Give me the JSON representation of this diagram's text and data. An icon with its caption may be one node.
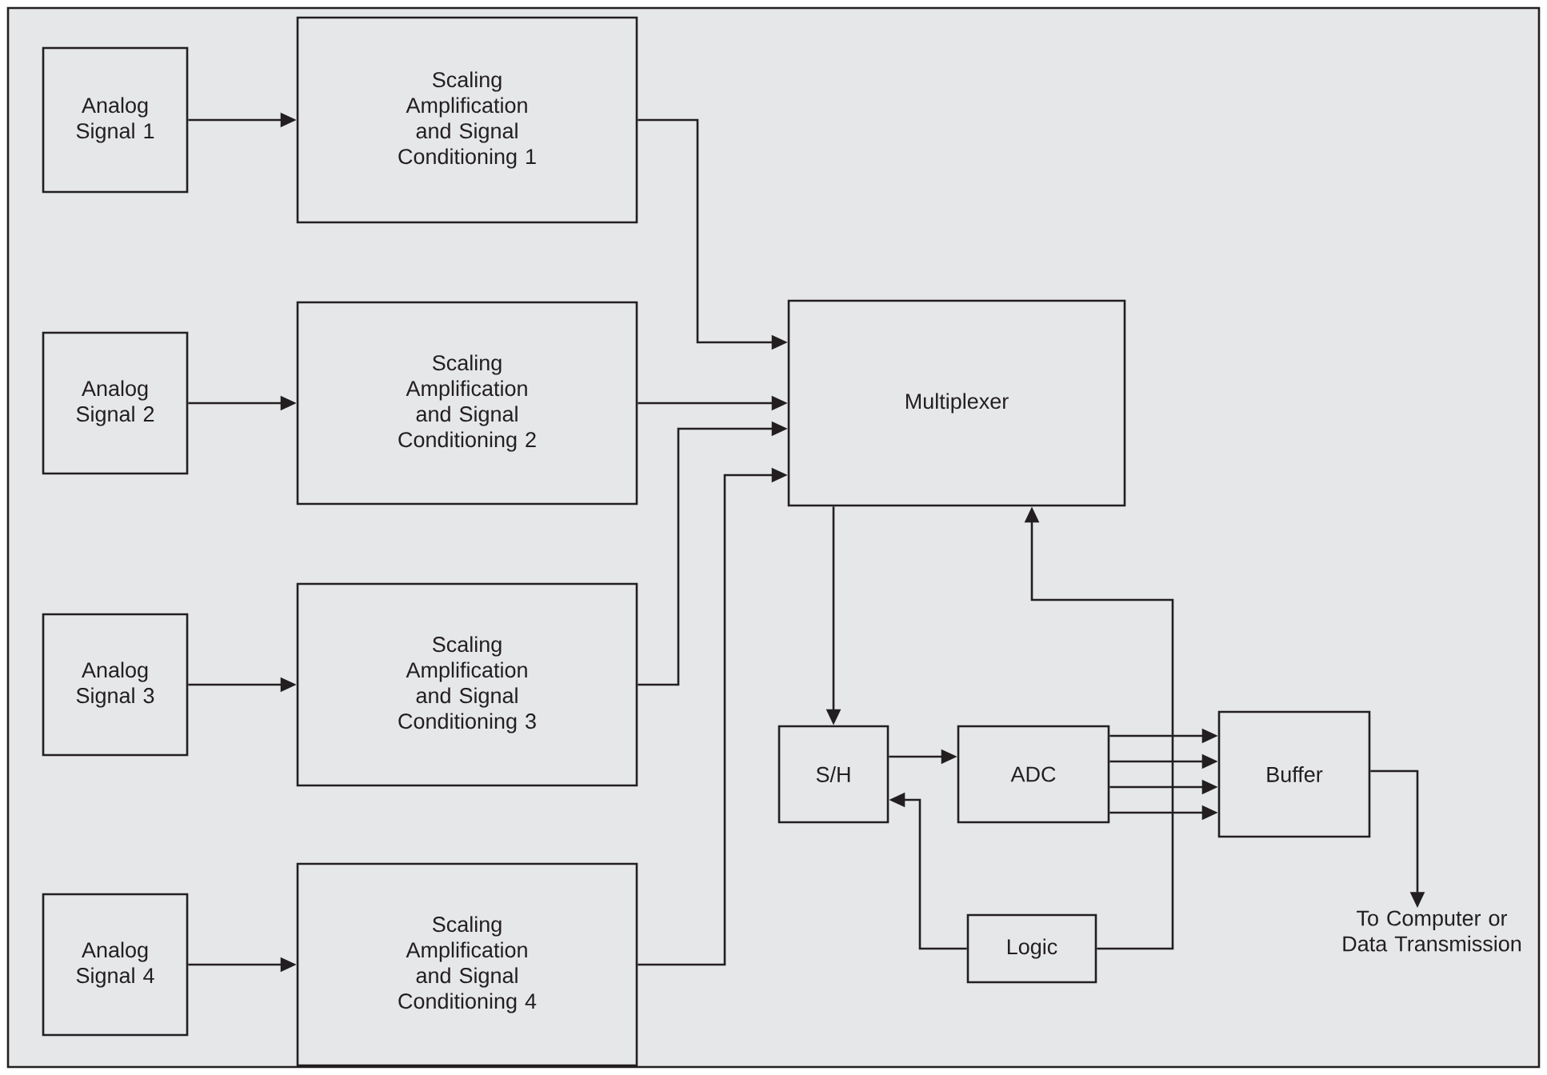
{
  "diagram": {
    "nodes": [
      {
        "text": [
          "Analog Signal 1"
        ]
      },
      {
        "text": [
          "Analog Signal 2"
        ]
      },
      {
        "text": [
          "Analog Signal 3"
        ]
      },
      {
        "text": [
          "Analog Signal 4"
        ]
      },
      {
        "text": [
          "Scaling Amplification and Signal Conditioning 1"
        ]
      },
      {
        "text": [
          "Scaling Amplification and Signal Conditioning 2"
        ]
      },
      {
        "text": [
          "Scaling Amplification and Signal Conditioning 3"
        ]
      },
      {
        "text": [
          "Scaling Amplification and Signal Conditioning 4"
        ]
      },
      {
        "text": [
          "Multiplexer"
        ]
      },
      {
        "text": [
          "S/H"
        ]
      },
      {
        "text": [
          "ADC"
        ]
      },
      {
        "text": [
          "Buffer"
        ]
      },
      {
        "text": [
          "Logic"
        ]
      },
      {
        "text": [
          "To Computer or Data Transmission"
        ]
      }
    ],
    "edges": [
      {
        "from": 0,
        "to": 4,
        "arrow": "to"
      },
      {
        "from": 1,
        "to": 5,
        "arrow": "to"
      },
      {
        "from": 2,
        "to": 6,
        "arrow": "to"
      },
      {
        "from": 3,
        "to": 7,
        "arrow": "to"
      },
      {
        "from": 4,
        "to": 8,
        "arrow": "to"
      },
      {
        "from": 5,
        "to": 8,
        "arrow": "to"
      },
      {
        "from": 6,
        "to": 8,
        "arrow": "to"
      },
      {
        "from": 7,
        "to": 8,
        "arrow": "to"
      },
      {
        "from": 8,
        "to": 9,
        "arrow": "to"
      },
      {
        "from": 9,
        "to": 10,
        "arrow": "to"
      },
      {
        "from": 10,
        "to": 11,
        "arrow": "to"
      },
      {
        "from": 10,
        "to": 11,
        "arrow": "to"
      },
      {
        "from": 10,
        "to": 11,
        "arrow": "to"
      },
      {
        "from": 10,
        "to": 11,
        "arrow": "to"
      },
      {
        "from": 11,
        "to": 13,
        "arrow": "to"
      },
      {
        "from": 12,
        "to": 9,
        "arrow": "to"
      },
      {
        "from": 12,
        "to": 8,
        "arrow": "to"
      }
    ]
  }
}
